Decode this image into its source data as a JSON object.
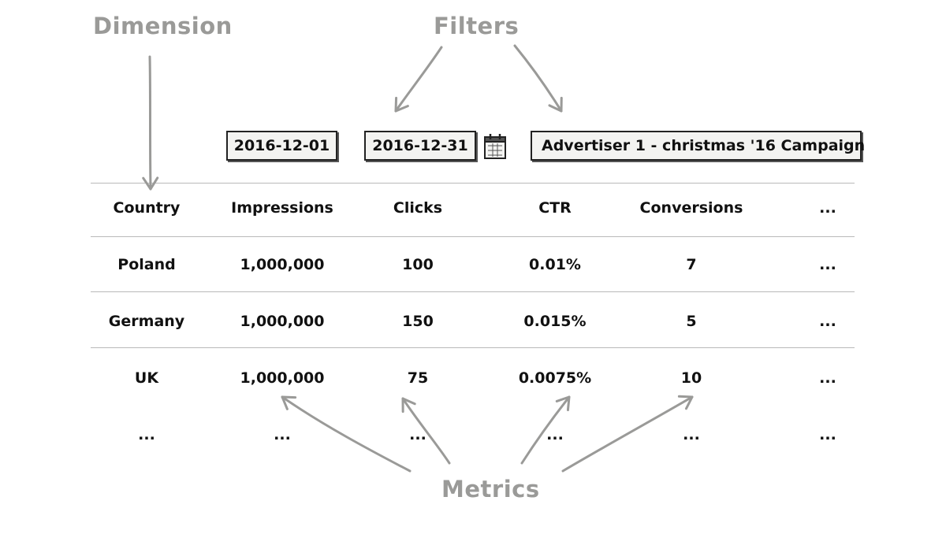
{
  "annotations": {
    "dimension": "Dimension",
    "filters": "Filters",
    "metrics": "Metrics"
  },
  "filters": {
    "start_date": "2016-12-01",
    "end_date": "2016-12-31",
    "campaign": "Advertiser 1 - christmas '16 Campaign"
  },
  "icons": {
    "calendar": "calendar-icon"
  },
  "colors": {
    "annotation": "#9a9a98",
    "text": "#111111",
    "filter_bg": "#f3f3f1",
    "rule": "#b9b9b9"
  },
  "table": {
    "headers": [
      "Country",
      "Impressions",
      "Clicks",
      "CTR",
      "Conversions",
      "..."
    ],
    "rows": [
      [
        "Poland",
        "1,000,000",
        "100",
        "0.01%",
        "7",
        "..."
      ],
      [
        "Germany",
        "1,000,000",
        "150",
        "0.015%",
        "5",
        "..."
      ],
      [
        "UK",
        "1,000,000",
        "75",
        "0.0075%",
        "10",
        "..."
      ],
      [
        "...",
        "...",
        "...",
        "...",
        "...",
        "..."
      ]
    ]
  }
}
